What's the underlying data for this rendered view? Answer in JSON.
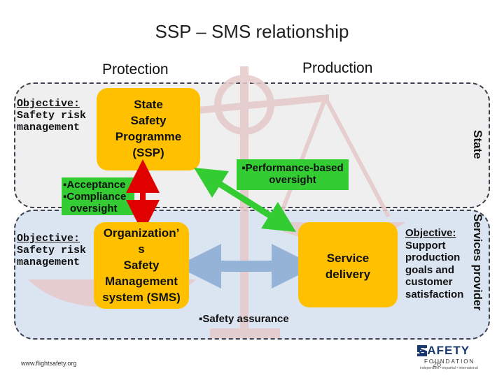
{
  "title": "SSP – SMS relationship",
  "labels": {
    "protection": "Protection",
    "production": "Production"
  },
  "state_band": {
    "objective_heading": "Objective:",
    "objective_lines": [
      "Safety risk",
      "management"
    ],
    "box_lines": [
      "State",
      "Safety",
      "Programme",
      "(SSP)"
    ],
    "side_label": "State",
    "green_lines": [
      "▪Acceptance",
      "▪Compliance",
      "oversight"
    ]
  },
  "provider_band": {
    "objective_heading": "Objective:",
    "objective_lines": [
      "Safety risk",
      "management"
    ],
    "box_lines": [
      "Organization’",
      "s",
      "Safety",
      "Management",
      "system (SMS)"
    ],
    "service_box_lines": [
      "Service",
      "delivery"
    ],
    "right_objective_lines": [
      "Objective:",
      "Support",
      "production",
      "goals and",
      "customer",
      "satisfaction"
    ],
    "side_label": "Services provider"
  },
  "performance_box_lines": [
    "▪Performance-based",
    "oversight"
  ],
  "safety_assurance": "▪Safety assurance",
  "footer": {
    "url": "www.flightsafety.org",
    "logo_text": "SAFETY",
    "logo_sub": "FOUNDATION",
    "tagline": "independent • impartial • international",
    "page_number": "26"
  },
  "colors": {
    "orange_box": "#FFC000",
    "green_box": "#33CC33",
    "state_band": "#EFEFEF",
    "provider_band": "#DBE5F1",
    "red_arrow": "#E00000",
    "green_arrow": "#33CC33",
    "blue_arrow": "#95B3D7",
    "scale": "#E6C9C9",
    "border": "#3F3F4F"
  }
}
